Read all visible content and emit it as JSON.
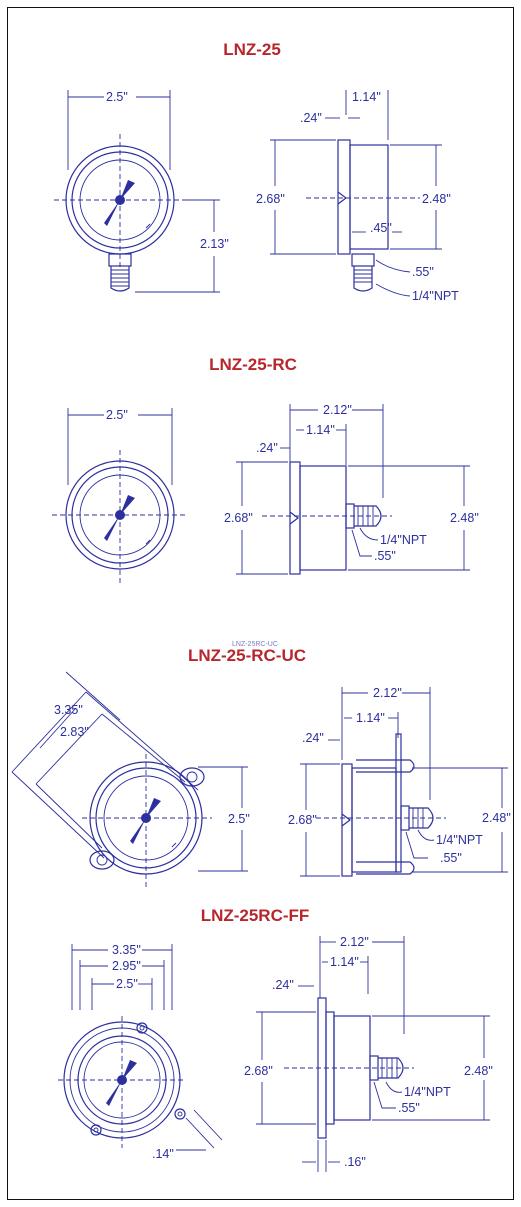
{
  "sections": [
    {
      "title": "LNZ-25",
      "dims": {
        "width": "2.5\"",
        "depth": "1.14\"",
        "bezel": ".24\"",
        "outer_h": "2.68\"",
        "inner_h": "2.48\"",
        "stem_h": "2.13\"",
        "stem_w": ".45\"",
        "hex": ".55\"",
        "thread": "1/4\"NPT"
      }
    },
    {
      "title": "LNZ-25-RC",
      "dims": {
        "width": "2.5\"",
        "overall": "2.12\"",
        "depth": "1.14\"",
        "bezel": ".24\"",
        "outer_h": "2.68\"",
        "inner_h": "2.48\"",
        "thread": "1/4\"NPT",
        "hex": ".55\""
      }
    },
    {
      "title": "LNZ-25-RC-UC",
      "ghost": "LNZ-25RC-UC",
      "dims": {
        "diag_outer": "3.35\"",
        "diag_inner": "2.83\"",
        "width": "2.5\"",
        "overall": "2.12\"",
        "depth": "1.14\"",
        "bezel": ".24\"",
        "outer_h": "2.68\"",
        "inner_h": "2.48\"",
        "thread": "1/4\"NPT",
        "hex": ".55\""
      }
    },
    {
      "title": "LNZ-25RC-FF",
      "dims": {
        "flange": "3.35\"",
        "bolt_circle": "2.95\"",
        "width": "2.5\"",
        "hole": ".14\"",
        "overall": "2.12\"",
        "depth": "1.14\"",
        "bezel": ".24\"",
        "outer_h": "2.68\"",
        "inner_h": "2.48\"",
        "thread": "1/4\"NPT",
        "hex": ".55\"",
        "flange_t": ".16\""
      }
    }
  ]
}
